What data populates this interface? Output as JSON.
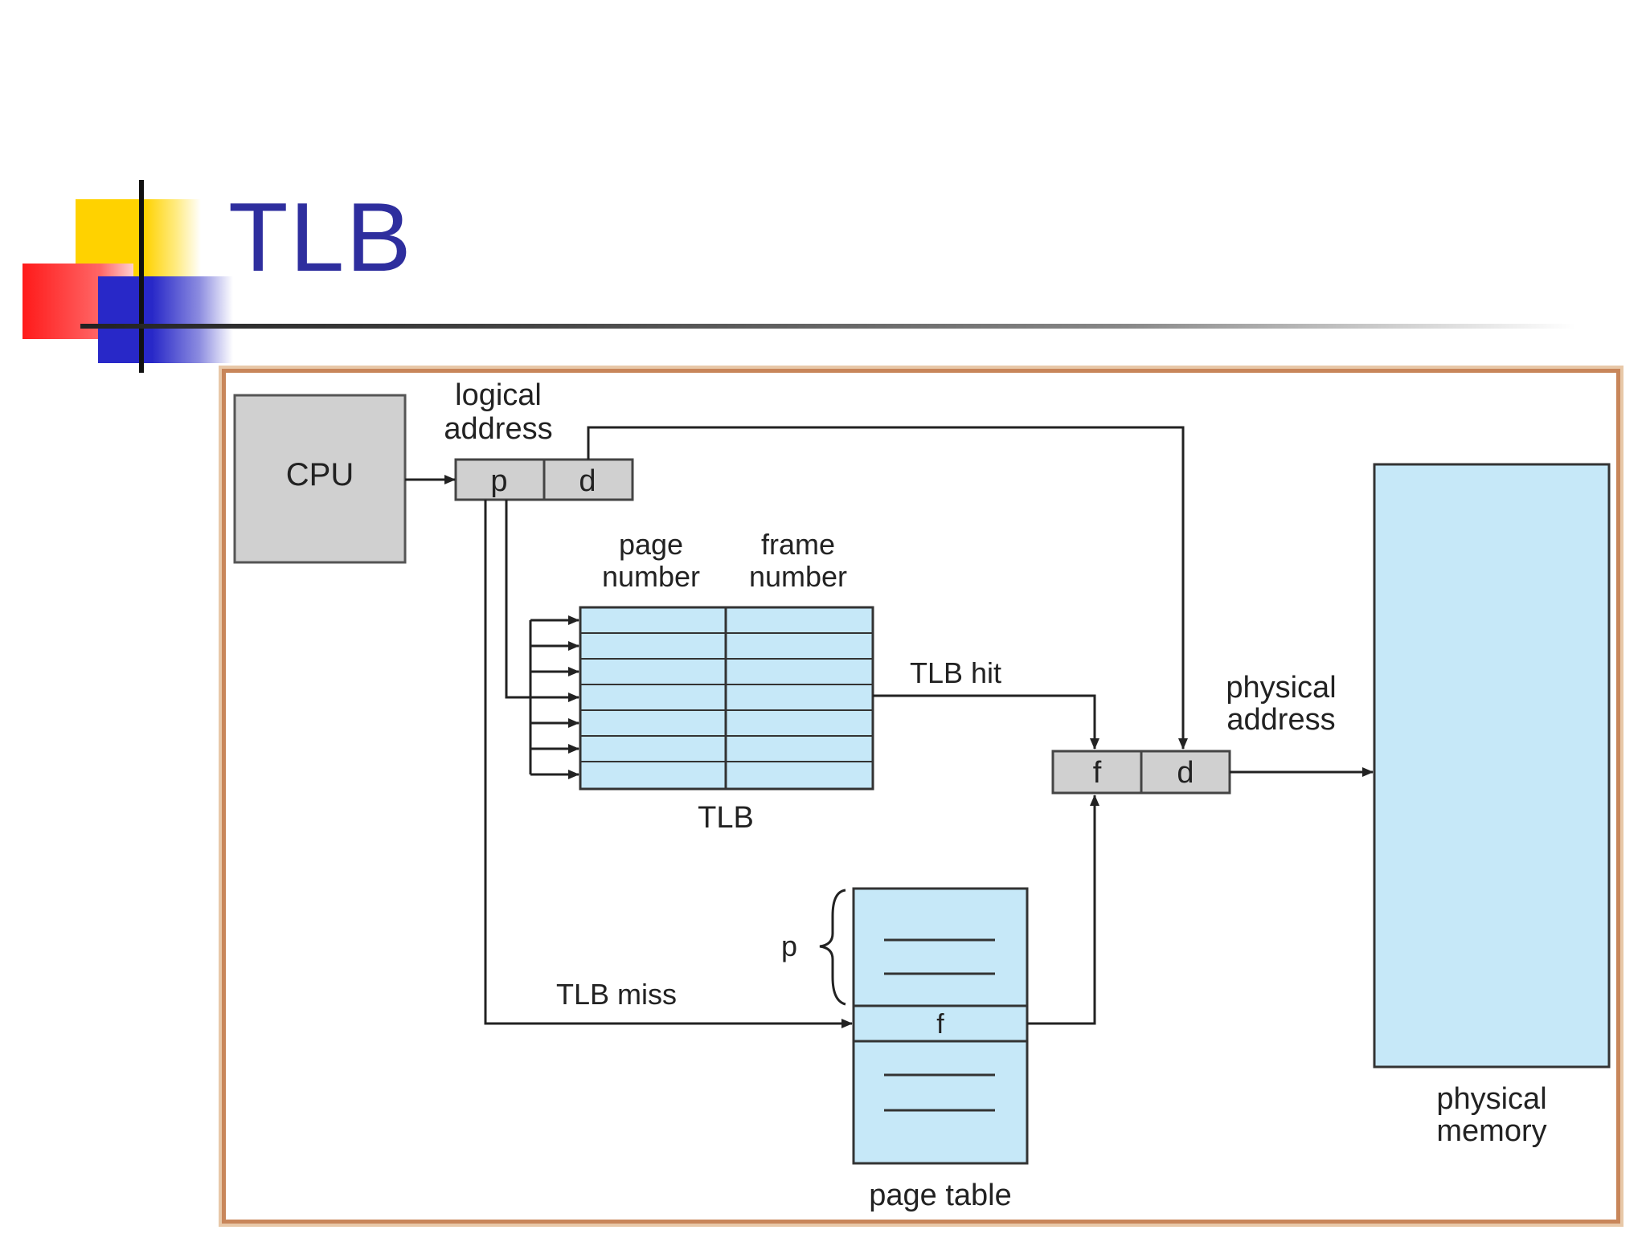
{
  "slide": {
    "title": "TLB"
  },
  "diagram": {
    "cpu": "CPU",
    "logical_address": {
      "line1": "logical",
      "line2": "address",
      "p": "p",
      "d": "d"
    },
    "tlb_headers": {
      "page_line1": "page",
      "page_line2": "number",
      "frame_line1": "frame",
      "frame_line2": "number"
    },
    "tlb_label": "TLB",
    "tlb_hit": "TLB hit",
    "tlb_miss": "TLB miss",
    "physical_address": {
      "line1": "physical",
      "line2": "address",
      "f": "f",
      "d": "d"
    },
    "page_table": {
      "label": "page table",
      "p": "p",
      "f": "f"
    },
    "physical_memory": {
      "line1": "physical",
      "line2": "memory"
    }
  },
  "colors": {
    "title": "#2e2e9e",
    "table_fill": "#c6e8f8",
    "box_fill": "#d0d0d0",
    "frame": "#c8865a"
  }
}
